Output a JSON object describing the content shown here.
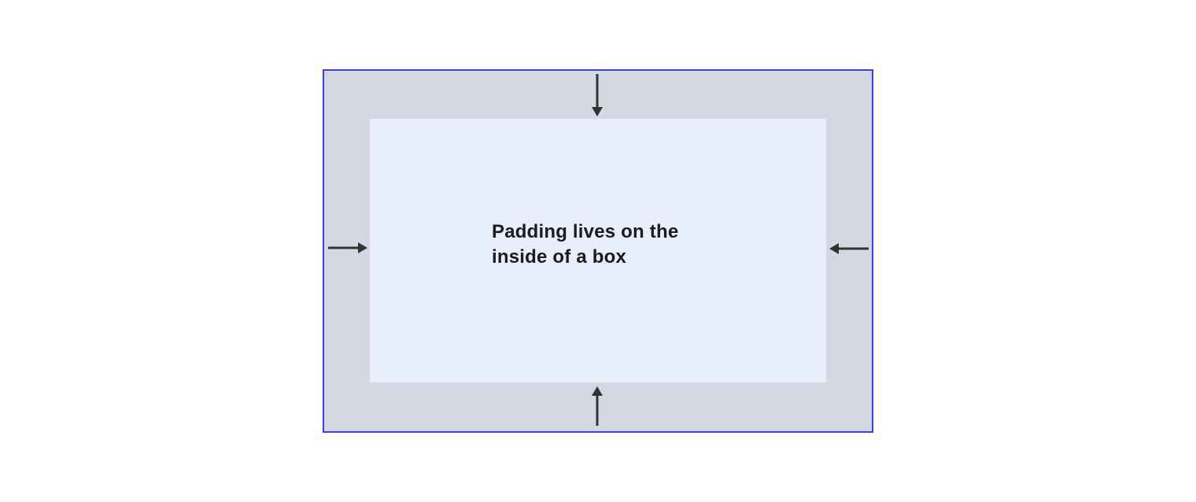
{
  "diagram": {
    "label": "Padding lives on the\ninside of a box",
    "arrows": [
      {
        "icon": "arrow-down-icon",
        "position": "top",
        "direction": "down",
        "meaning": "padding pushes inward from top edge"
      },
      {
        "icon": "arrow-up-icon",
        "position": "bottom",
        "direction": "up",
        "meaning": "padding pushes inward from bottom edge"
      },
      {
        "icon": "arrow-right-icon",
        "position": "left",
        "direction": "right",
        "meaning": "padding pushes inward from left edge"
      },
      {
        "icon": "arrow-left-icon",
        "position": "right",
        "direction": "left",
        "meaning": "padding pushes inward from right edge"
      }
    ],
    "colors": {
      "border": "#3a40f0",
      "padding_area": "#d3d8e2",
      "content_area": "#e8eefb",
      "arrow": "#333333",
      "text": "#1c1c1c",
      "canvas": "#ffffff"
    }
  }
}
